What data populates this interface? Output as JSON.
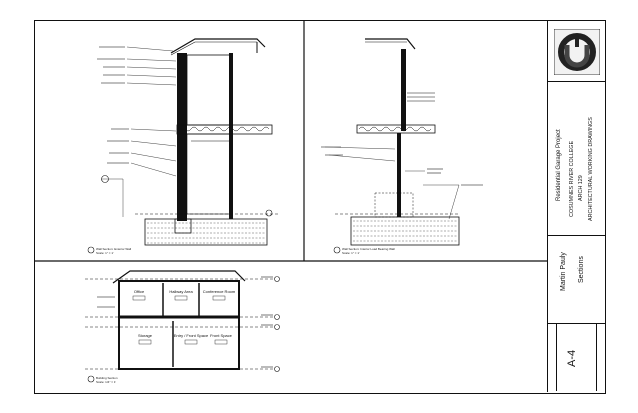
{
  "sheet": {
    "project": "Residential Garage Project",
    "school_line1": "COSUMNES RIVER COLLEGE",
    "school_line2": "ARCH 129",
    "school_line3": "ARCHITECTURAL WORKING DRAWINGS",
    "author": "Martin Pauly",
    "sheet_title": "Sections",
    "sheet_number": "A-4"
  },
  "views": {
    "left_section_title": "Wall Section: Exterior Wall",
    "left_section_scale": "Scale: 1\" = 1'",
    "right_section_title": "Wall Section: Interior Load Bearing Wall",
    "right_section_scale": "Scale: 1\" = 1'",
    "bottom_section_title": "Building Section",
    "bottom_section_scale": "Scale: 1/4\" = 1'"
  },
  "rooms": {
    "office": "Office",
    "hallway": "Hallway Area",
    "conference": "Conference Room",
    "storage": "Storage",
    "entry1": "Entry / Front Space",
    "entry2": "Front Space"
  },
  "colors": {
    "line": "#111111",
    "hatch": "#333333"
  }
}
